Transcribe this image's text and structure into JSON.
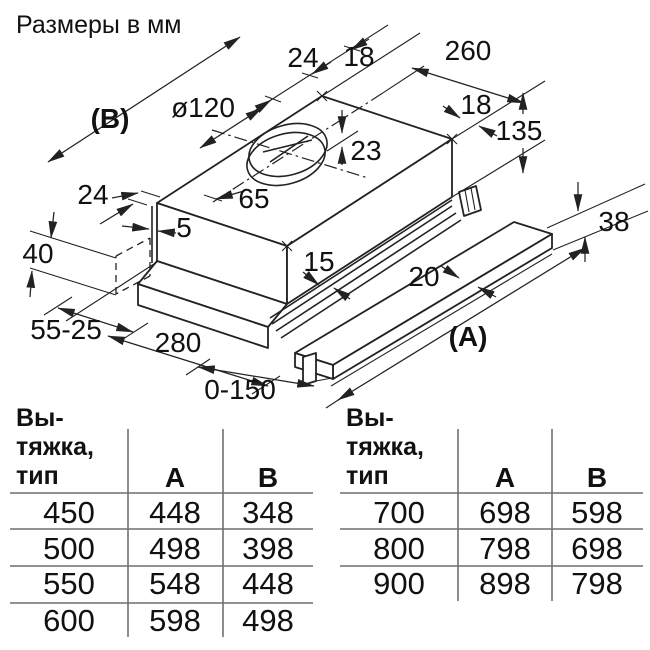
{
  "title": "Размеры в мм",
  "diagram": {
    "labels": {
      "b_ref": "(В)",
      "a_ref": "(A)",
      "diameter": "ø120",
      "top_24": "24",
      "top_18": "18",
      "depth_260": "260",
      "right_18": "18",
      "height_135": "135",
      "offset_23": "23",
      "center_65": "65",
      "left_24": "24",
      "lip_5": "5",
      "bracket_40": "40",
      "overhang_55_25": "55-25",
      "base_280": "280",
      "extend_0_150": "0-150",
      "rail_15": "15",
      "front_20": "20",
      "bar_38": "38"
    }
  },
  "tables": [
    {
      "header_lines": [
        "Вы-",
        "тяжка,",
        "тип"
      ],
      "col_a": "A",
      "col_b": "B",
      "rows": [
        [
          "450",
          "448",
          "348"
        ],
        [
          "500",
          "498",
          "398"
        ],
        [
          "550",
          "548",
          "448"
        ],
        [
          "600",
          "598",
          "498"
        ]
      ]
    },
    {
      "header_lines": [
        "Вы-",
        "тяжка,",
        "тип"
      ],
      "col_a": "A",
      "col_b": "B",
      "rows": [
        [
          "700",
          "698",
          "598"
        ],
        [
          "800",
          "798",
          "698"
        ],
        [
          "900",
          "898",
          "798"
        ]
      ]
    }
  ]
}
